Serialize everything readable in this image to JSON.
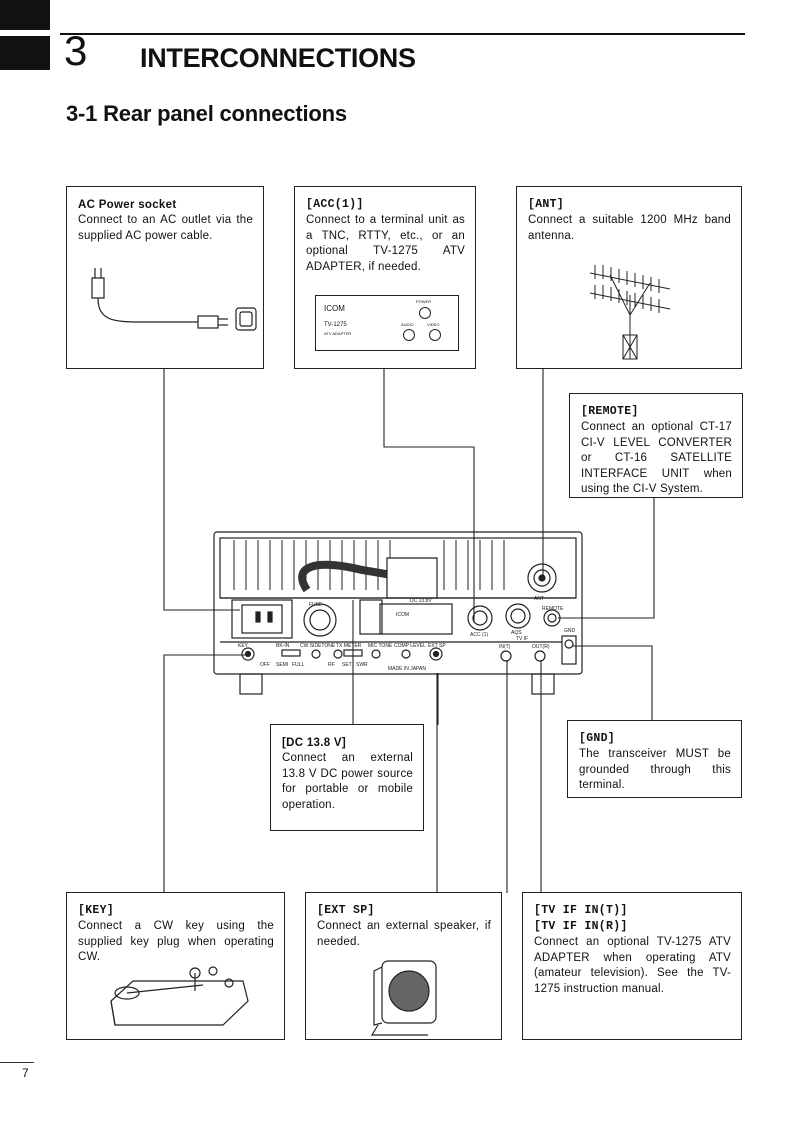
{
  "chapter": {
    "number": "3",
    "title": "INTERCONNECTIONS"
  },
  "section": {
    "title": "3-1 Rear panel connections"
  },
  "boxes": {
    "ac_power": {
      "title": "AC Power socket",
      "desc": "Connect to an AC outlet via the supplied AC power cable."
    },
    "acc1": {
      "title": "[ACC(1)]",
      "desc": "Connect to a terminal unit as a TNC, RTTY, etc., or an optional TV-1275 ATV ADAPTER, if needed."
    },
    "ant": {
      "title": "[ANT]",
      "desc": "Connect a suitable 1200 MHz band antenna."
    },
    "remote": {
      "title": "[REMOTE]",
      "desc": "Connect an optional CT-17 CI-V LEVEL CONVERTER or CT-16 SATELLITE INTERFACE UNIT when using the CI-V System."
    },
    "dc": {
      "title": "[DC 13.8 V]",
      "desc": "Connect an external 13.8 V DC power source for portable or mobile operation."
    },
    "gnd": {
      "title": "[GND]",
      "desc": "The transceiver MUST be grounded through this terminal."
    },
    "key": {
      "title": "[KEY]",
      "desc": "Connect a CW key using the supplied key plug when operating CW."
    },
    "ext_sp": {
      "title": "[EXT SP]",
      "desc": "Connect an external speaker, if needed."
    },
    "tv_if": {
      "title1": "[TV IF IN(T)]",
      "title2": "[TV IF IN(R)]",
      "desc": "Connect an optional TV-1275 ATV ADAPTER when operating ATV (amateur television). See the TV-1275 instruction manual."
    }
  },
  "adapter": {
    "brand": "ICOM",
    "model": "TV-1275",
    "sub": "ATV ADAPTER",
    "power": "POWER",
    "audio": "AUDIO",
    "video": "VIDEO"
  },
  "panel": {
    "ant": "ANT",
    "remote": "REMOTE",
    "gnd": "GND",
    "dc": "DC 13.8V",
    "acc": "ACC (1)",
    "aqs": "AQS",
    "tvif": "TV IF",
    "in_t": "IN(T)",
    "out_r": "OUT(R)",
    "fuse": "FUSE",
    "key": "KEY",
    "bkin": "BK-IN",
    "cw_sidetone": "CW SIDETONE",
    "tx_meter": "TX METER",
    "mic_tone": "MIC TONE",
    "comp_level": "COMP LEVEL",
    "ext_sp": "EXT SP",
    "off": "OFF",
    "semi": "SEMI",
    "full": "FULL",
    "rf": "RF",
    "set": "SET",
    "swr": "SWR",
    "made_in": "MADE IN JAPAN",
    "brand": "ICOM"
  },
  "page_number": "7"
}
